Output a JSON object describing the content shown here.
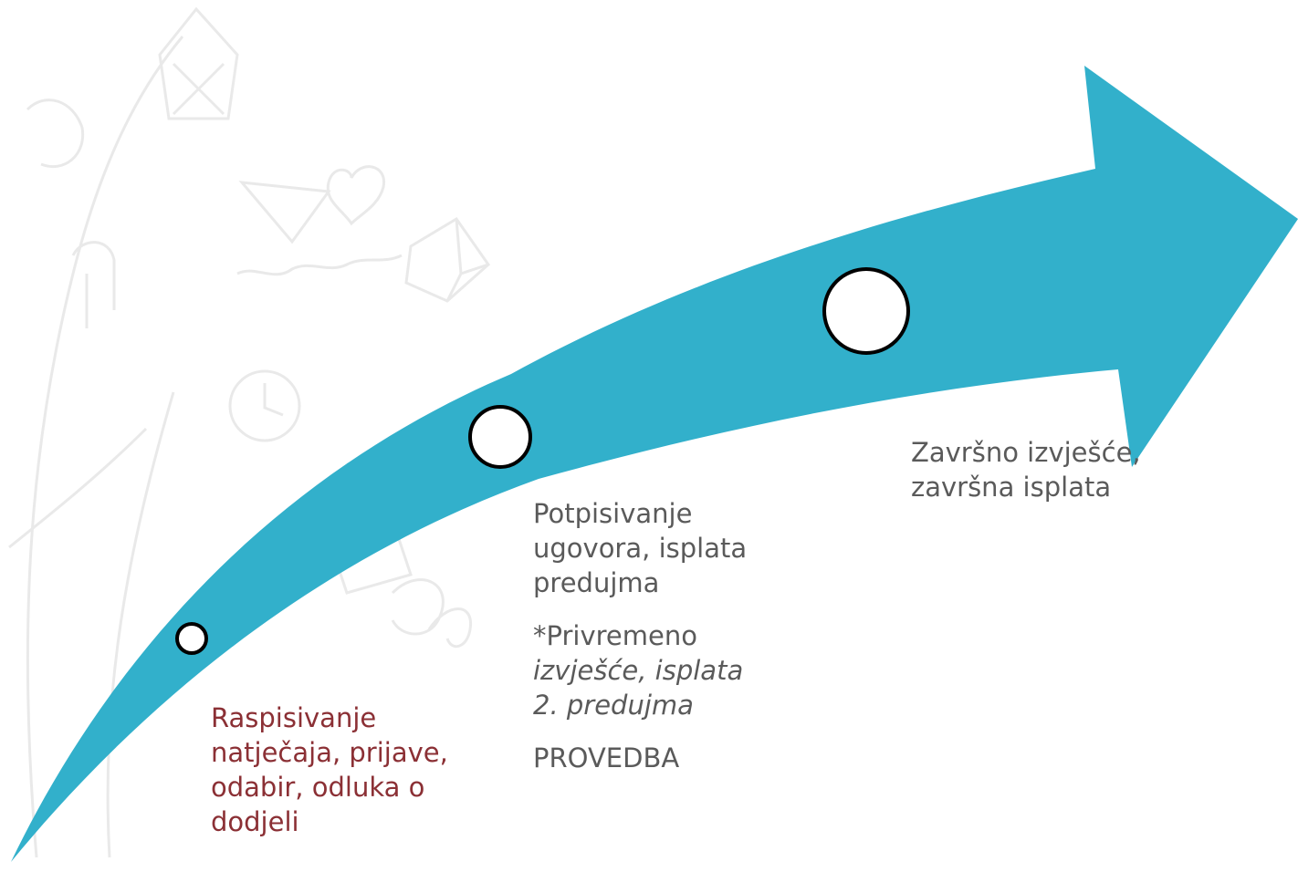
{
  "colors": {
    "arrow": "#32b0cb",
    "step1_text": "#8b3035",
    "text": "#5a5a5a",
    "circle_fill": "#ffffff",
    "circle_stroke": "#000000",
    "sketch": "#d8d8d8"
  },
  "steps": [
    {
      "lines": [
        "Raspisivanje",
        "natječaja, prijave,",
        "odabir, odluka o",
        "dodjeli"
      ]
    },
    {
      "block1": [
        "Potpisivanje",
        "ugovora, isplata",
        "predujma"
      ],
      "block2_plain": "*Privremeno",
      "block2_italic": [
        "izvješće, isplata",
        "2. predujma"
      ],
      "block3": "PROVEDBA"
    },
    {
      "lines": [
        "Završno izvješće,",
        "završna isplata"
      ]
    }
  ]
}
